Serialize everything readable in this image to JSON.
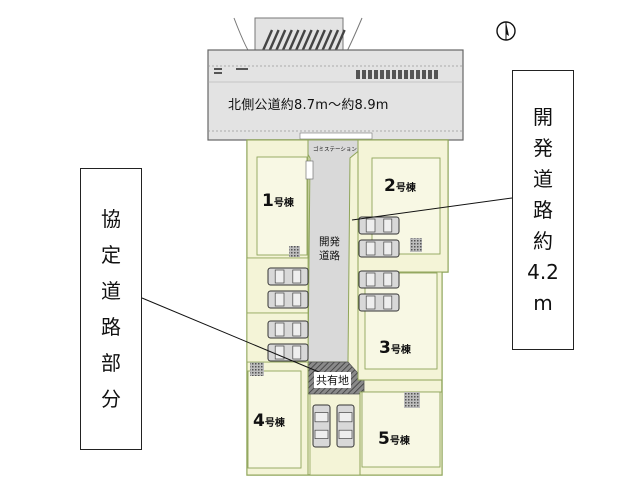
{
  "plan": {
    "north_road_label": "北側公道約8.7m～約8.9m",
    "garbage_station_label": "ゴミステーション",
    "dev_road_chars": [
      "開発",
      "道路"
    ],
    "common_land_label": "共有地",
    "lots": [
      {
        "num": "1",
        "suffix": "号棟"
      },
      {
        "num": "2",
        "suffix": "号棟"
      },
      {
        "num": "3",
        "suffix": "号棟"
      },
      {
        "num": "4",
        "suffix": "号棟"
      },
      {
        "num": "5",
        "suffix": "号棟"
      }
    ]
  },
  "callouts": {
    "road_width_lines": [
      "開",
      "発",
      "道",
      "路",
      "約",
      "4.2",
      "m"
    ],
    "agreement_road_lines": [
      "協",
      "定",
      "道",
      "路",
      "部",
      "分"
    ]
  },
  "icons": {
    "compass": "north-arrow-icon",
    "car": "parked-car-icon"
  },
  "colors": {
    "lot_fill": "#f4f4d7",
    "lot_edge": "#8fa55a",
    "road_fill": "#e3e3e3",
    "dev_road_fill": "#d9d9d9",
    "common_hatch": "#6d6d6d",
    "car_body": "#d8d8d8"
  }
}
